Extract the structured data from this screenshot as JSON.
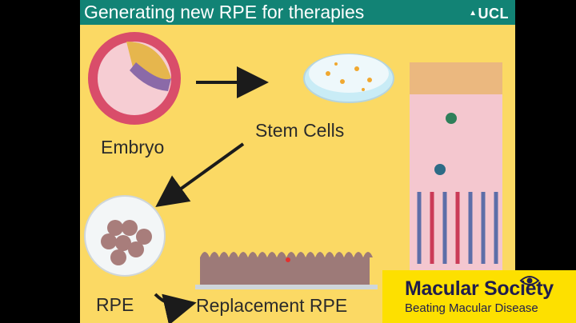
{
  "slide": {
    "title": "Generating new RPE for therapies",
    "logo_text": "UCL",
    "labels": {
      "embryo": "Embryo",
      "stem_cells": "Stem Cells",
      "rpe": "RPE",
      "replacement_rpe": "Replacement RPE"
    }
  },
  "banner": {
    "title": "Macular Society",
    "subtitle": "Beating Macular Disease",
    "icon": "eye-icon"
  },
  "colors": {
    "background": "#fbd964",
    "header": "#128375",
    "banner": "#fde000",
    "banner_text": "#1f1d4d"
  }
}
